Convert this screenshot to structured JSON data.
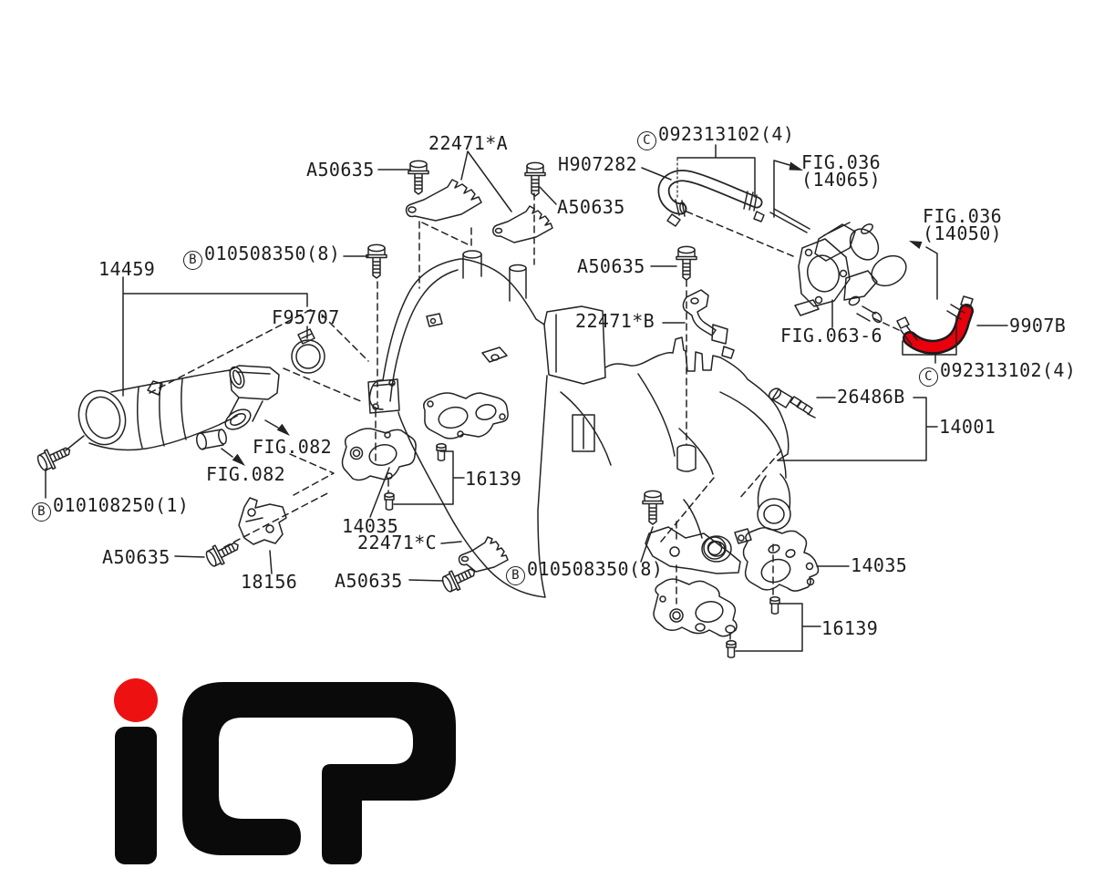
{
  "colors": {
    "highlight_hose": "#e8000d",
    "logo_dot": "#ee1111",
    "line": "#232323",
    "background": "#ffffff"
  },
  "logo": {
    "brand": "iCP"
  },
  "labels": {
    "a50635_1": "A50635",
    "p22471a": "22471*A",
    "h907282": "H907282",
    "a50635_2": "A50635",
    "c092_top": {
      "prefix": "C",
      "number": "092313102(4)"
    },
    "fig036_14065": {
      "line1": "FIG.036",
      "line2": "(14065)"
    },
    "fig036_14050": {
      "line1": "FIG.036",
      "line2": "(14050)"
    },
    "b0105_top": {
      "prefix": "B",
      "number": "010508350(8)"
    },
    "p14459": "14459",
    "f95707": "F95707",
    "a50635_3": "A50635",
    "p22471b": "22471*B",
    "fig063": "FIG.063-6",
    "p9907b": "9907B",
    "c092_bottom": {
      "prefix": "C",
      "number": "092313102(4)"
    },
    "p26486b": "26486B",
    "p14001": "14001",
    "fig082_1": "FIG.082",
    "fig082_2": "FIG.082",
    "b0101": {
      "prefix": "B",
      "number": "010108250(1)"
    },
    "p16139_left": "16139",
    "p14035_left": "14035",
    "p22471c": "22471*C",
    "a50635_4": "A50635",
    "p18156": "18156",
    "a50635_5": "A50635",
    "b0105_bottom": {
      "prefix": "B",
      "number": "010508350(8)"
    },
    "p14035_br": "14035",
    "p16139_br": "16139"
  }
}
